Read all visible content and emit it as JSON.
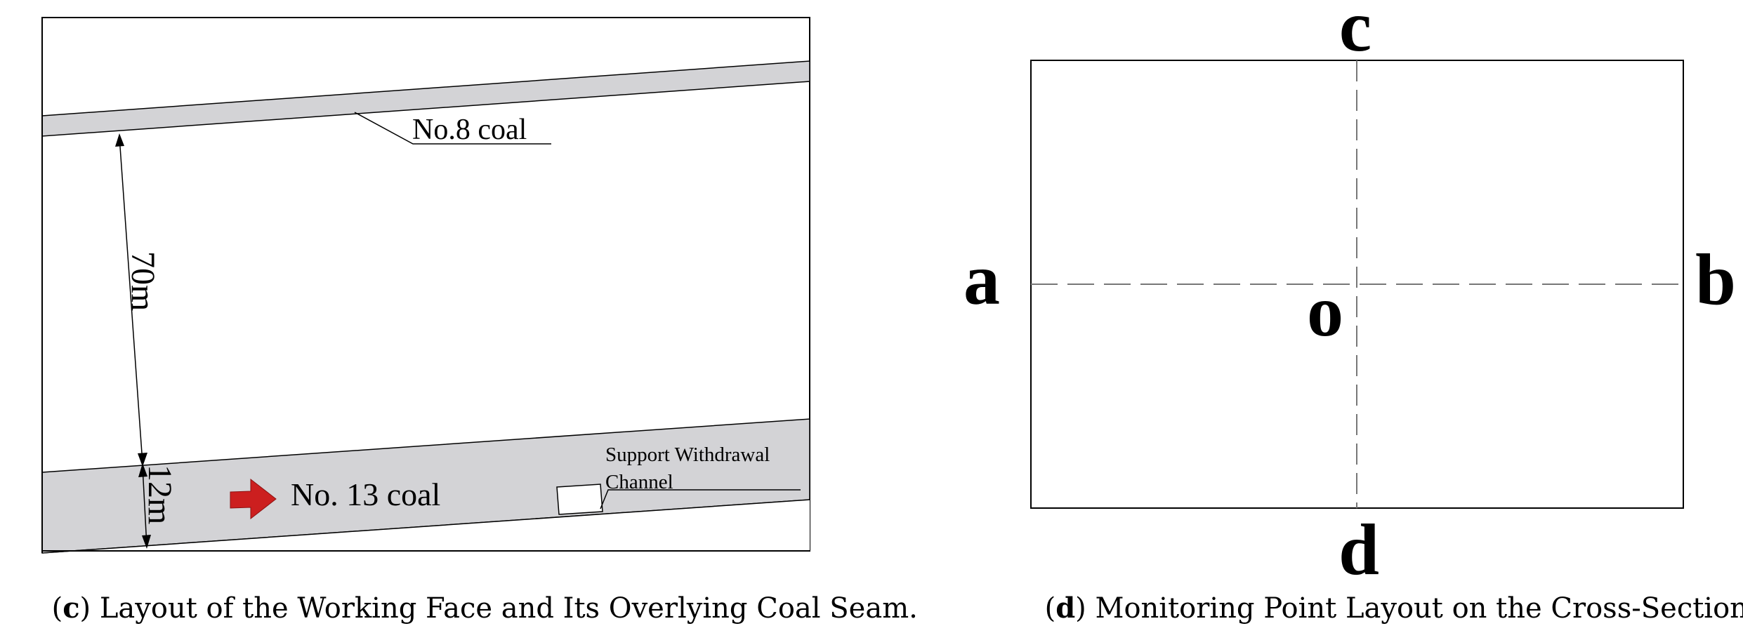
{
  "panel_c": {
    "seam_top_label": "No.8 coal",
    "seam_bottom_label": "No. 13 coal",
    "channel_label_line1": "Support Withdrawal",
    "channel_label_line2": "Channel",
    "dimension_spacing": "70m",
    "dimension_thickness": "12m",
    "caption_letter": "c",
    "caption_text": " Layout of the Working Face and Its Overlying Coal Seam.",
    "caption_open": "(",
    "caption_close": ")",
    "colors": {
      "seam_fill": "#d3d3d6",
      "arrow": "#cc1f1f",
      "line": "#000000"
    }
  },
  "panel_d": {
    "label_top": "c",
    "label_left": "a",
    "label_right": "b",
    "label_bottom": "d",
    "label_center": "o",
    "caption_letter": "d",
    "caption_text": " Monitoring Point Layout on the Cross-Section.",
    "caption_open": "(",
    "caption_close": ")",
    "colors": {
      "dash_line": "#777777",
      "line": "#000000"
    }
  }
}
